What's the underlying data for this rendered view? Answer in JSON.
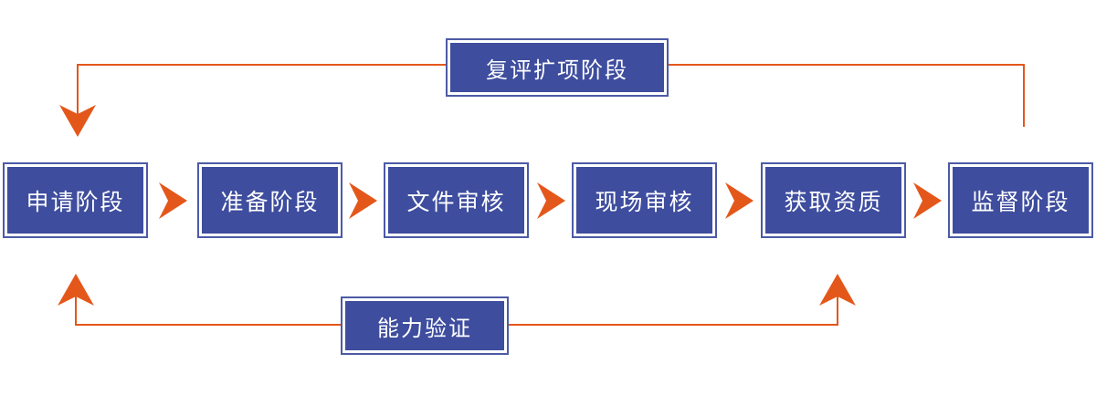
{
  "diagram": {
    "type": "flowchart",
    "colors": {
      "box_fill": "#3E4D9E",
      "box_outline": "#4C5AA6",
      "arrow": "#E4571B",
      "text_color": "#FFFFFF",
      "bg": "#FFFFFF"
    },
    "flow": {
      "steps": [
        {
          "label": "申请阶段"
        },
        {
          "label": "准备阶段"
        },
        {
          "label": "文件审核"
        },
        {
          "label": "现场审核"
        },
        {
          "label": "获取资质"
        },
        {
          "label": "监督阶段"
        }
      ]
    },
    "loops": {
      "top": {
        "label": "复评扩项阶段",
        "from": "监督阶段",
        "to": "申请阶段"
      },
      "bottom": {
        "label": "能力验证",
        "to_left": "申请阶段",
        "to_right": "获取资质"
      }
    }
  }
}
